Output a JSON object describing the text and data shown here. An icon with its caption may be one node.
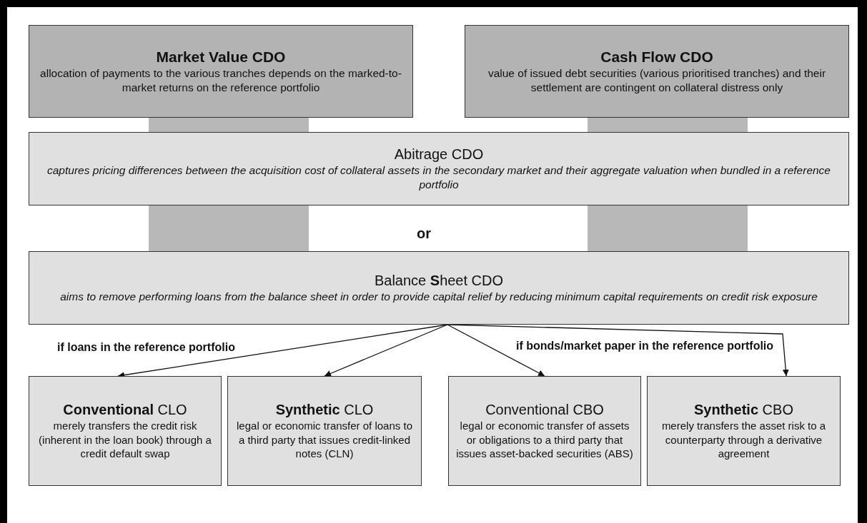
{
  "diagram": {
    "nodes": [
      {
        "text": [
          "Market Value CDO",
          "allocation of payments to the various tranches depends on the marked-to-market returns on the reference portfolio"
        ]
      },
      {
        "text": [
          "Cash Flow CDO",
          "value of issued debt securities (various prioritised tranches) and their settlement are contingent on collateral distress only"
        ]
      },
      {
        "text": [
          "Abitrage CDO",
          "captures pricing differences between the acquisition cost of collateral assets in the secondary market and their aggregate valuation when bundled in a reference portfolio"
        ]
      },
      {
        "text": [
          "Balance **S**heet CDO",
          "aims to remove performing loans from the balance sheet in order to provide capital relief by reducing minimum capital requirements on credit risk exposure"
        ]
      },
      {
        "text": [
          "**Conventional** CLO",
          "merely transfers the credit risk (inherent in the loan book) through a credit default swap"
        ]
      },
      {
        "text": [
          "**Synthetic** CLO",
          "legal or economic transfer of loans to a third party that issues credit-linked notes (CLN)"
        ]
      },
      {
        "text": [
          "Conventional CBO",
          "legal or economic transfer of assets or obligations to a third party that issues asset-backed securities (ABS)"
        ]
      },
      {
        "text": [
          "**Synthetic** CBO",
          "merely transfers the asset risk to a counterparty through a derivative agreement"
        ]
      }
    ],
    "edges": [
      {
        "from": 0,
        "to": 2,
        "arrow": "none",
        "style": "thick",
        "color": "#b8b8b8"
      },
      {
        "from": 1,
        "to": 2,
        "arrow": "none",
        "style": "thick",
        "color": "#b8b8b8"
      },
      {
        "from": 2,
        "to": 3,
        "arrow": "none",
        "style": "thick",
        "color": "#b8b8b8"
      },
      {
        "from": 2,
        "to": 3,
        "arrow": "none",
        "style": "thick",
        "color": "#b8b8b8"
      },
      {
        "from": 3,
        "to": 4,
        "arrow": "to",
        "color": "#111111"
      },
      {
        "from": 3,
        "to": 5,
        "arrow": "to",
        "color": "#111111"
      },
      {
        "from": 3,
        "to": 6,
        "arrow": "to",
        "color": "#111111"
      },
      {
        "from": 3,
        "to": 7,
        "arrow": "to",
        "color": "#111111"
      }
    ],
    "labels": [
      "or",
      "if loans in the reference portfolio",
      "if bonds/market paper in the reference portfolio"
    ]
  }
}
